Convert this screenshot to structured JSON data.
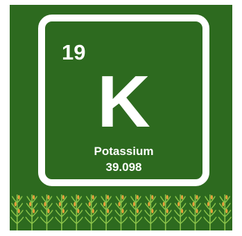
{
  "element": {
    "atomic_number": "19",
    "symbol": "K",
    "name": "Potassium",
    "atomic_mass": "39.098"
  },
  "colors": {
    "background": "#2d6a1f",
    "tile_border": "#ffffff",
    "text": "#ffffff",
    "crop_leaf": "#8bc34a",
    "crop_grain": "#e6a23c"
  },
  "decoration": {
    "icon": "corn-plants-icon"
  }
}
